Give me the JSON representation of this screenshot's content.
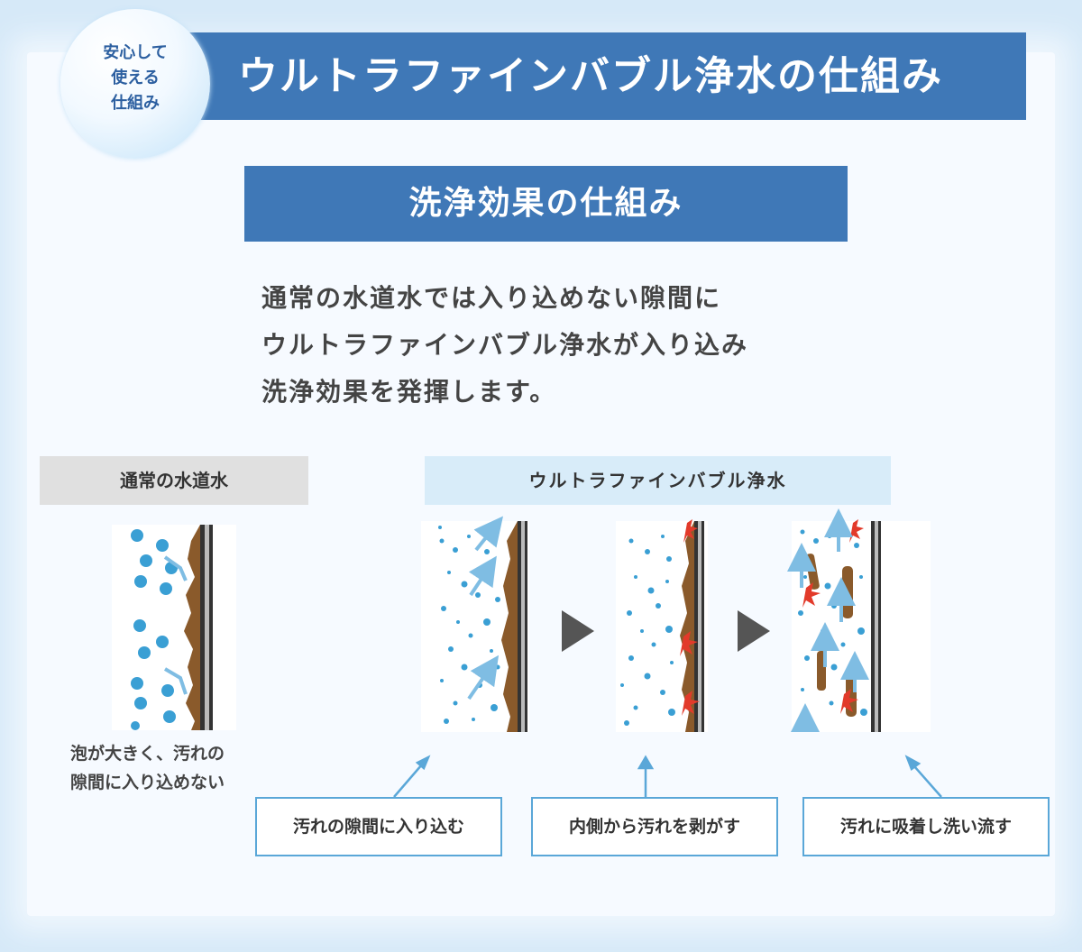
{
  "header": {
    "badge_line1": "安心して",
    "badge_line2": "使える",
    "badge_line3": "仕組み",
    "title": "ウルトラファインバブル浄水の仕組み"
  },
  "section": {
    "title": "洗浄効果の仕組み",
    "description_lines": [
      "通常の水道水では入り込めない隙間に",
      "ウルトラファインバブル浄水が入り込み",
      "洗浄効果を発揮します。"
    ]
  },
  "comparison": {
    "left_label": "通常の水道水",
    "right_label": "ウルトラファインバブル浄水",
    "left_caption_line1": "泡が大きく、汚れの",
    "left_caption_line2": "隙間に入り込めない"
  },
  "steps": [
    {
      "label": "汚れの隙間に入り込む"
    },
    {
      "label": "内側から汚れを剥がす"
    },
    {
      "label": "汚れに吸着し洗い流す"
    }
  ],
  "colors": {
    "title_bar": "#3f78b7",
    "bubble": "#3a9fd4",
    "arrow": "#7fbde3",
    "dirt": "#8a5a2b",
    "burst": "#e23a2a",
    "step_arrow": "#555555"
  }
}
